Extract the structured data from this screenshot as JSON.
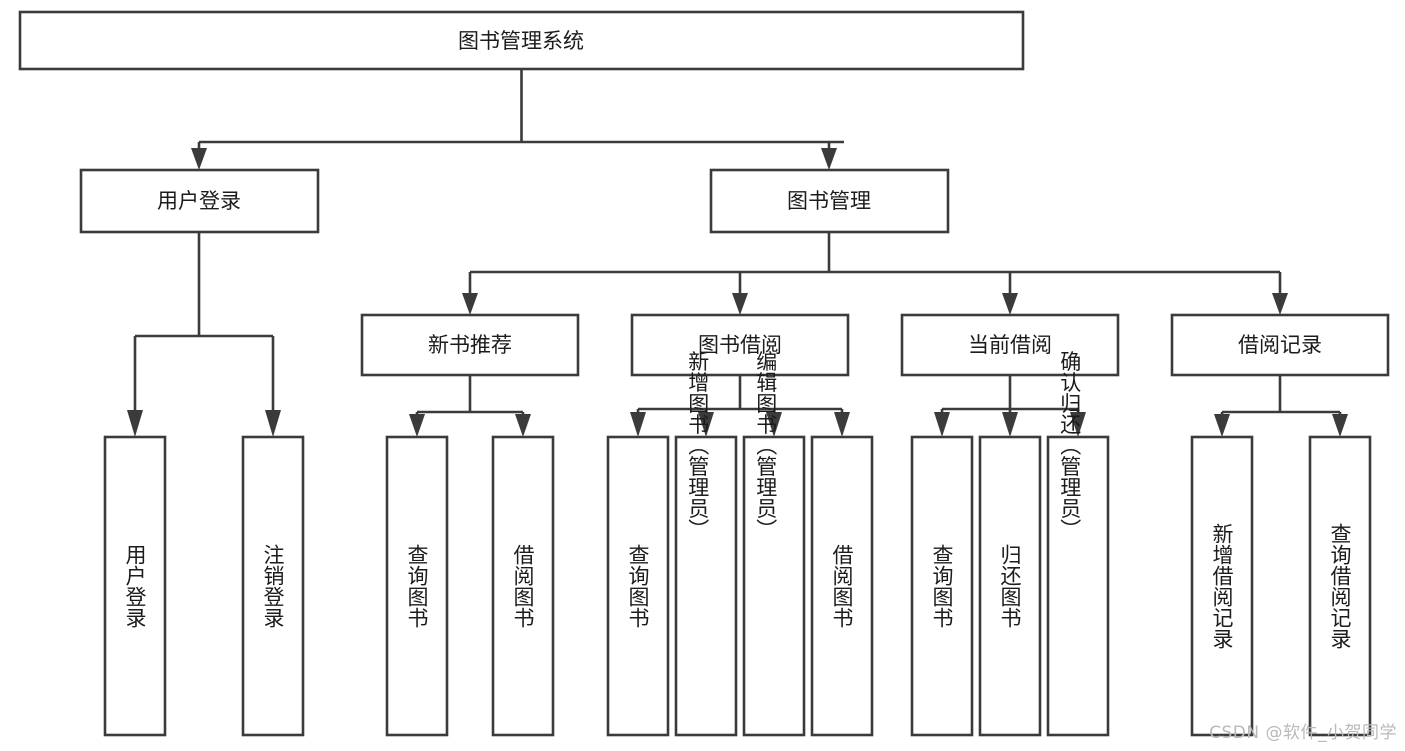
{
  "diagram": {
    "title": "图书管理系统",
    "type": "tree",
    "watermark": "CSDN @软件_小贺同学",
    "colors": {
      "box_stroke": "#3b3b3b",
      "box_fill": "#ffffff",
      "text": "#1c1c1c",
      "connector": "#3b3b3b",
      "watermark": "#b9b9b9",
      "background": "#ffffff"
    },
    "nodes": {
      "root": {
        "label": "图书管理系统",
        "level": 1,
        "orientation": "horizontal"
      },
      "l2_1": {
        "label": "用户登录",
        "level": 2,
        "orientation": "horizontal"
      },
      "l2_2": {
        "label": "图书管理",
        "level": 2,
        "orientation": "horizontal"
      },
      "l3_1": {
        "label": "新书推荐",
        "level": 3,
        "orientation": "horizontal"
      },
      "l3_2": {
        "label": "图书借阅",
        "level": 3,
        "orientation": "horizontal"
      },
      "l3_3": {
        "label": "当前借阅",
        "level": 3,
        "orientation": "horizontal"
      },
      "l3_4": {
        "label": "借阅记录",
        "level": 3,
        "orientation": "horizontal"
      },
      "leaf_1": {
        "label": "用户登录",
        "level": 4,
        "orientation": "vertical"
      },
      "leaf_2": {
        "label": "注销登录",
        "level": 4,
        "orientation": "vertical"
      },
      "leaf_3": {
        "label": "查询图书",
        "level": 4,
        "orientation": "vertical"
      },
      "leaf_4": {
        "label": "借阅图书",
        "level": 4,
        "orientation": "vertical"
      },
      "leaf_5": {
        "label": "查询图书",
        "level": 4,
        "orientation": "vertical"
      },
      "leaf_6": {
        "label": "新增图书（管理员）",
        "level": 4,
        "orientation": "vertical"
      },
      "leaf_7": {
        "label": "编辑图书（管理员）",
        "level": 4,
        "orientation": "vertical"
      },
      "leaf_8": {
        "label": "借阅图书",
        "level": 4,
        "orientation": "vertical"
      },
      "leaf_9": {
        "label": "查询图书",
        "level": 4,
        "orientation": "vertical"
      },
      "leaf_10": {
        "label": "归还图书",
        "level": 4,
        "orientation": "vertical"
      },
      "leaf_11": {
        "label": "确认归还（管理员）",
        "level": 4,
        "orientation": "vertical"
      },
      "leaf_12": {
        "label": "新增借阅记录",
        "level": 4,
        "orientation": "vertical"
      },
      "leaf_13": {
        "label": "查询借阅记录",
        "level": 4,
        "orientation": "vertical"
      }
    },
    "hierarchy": {
      "图书管理系统": [
        "用户登录",
        "图书管理"
      ],
      "用户登录": [
        "用户登录",
        "注销登录"
      ],
      "图书管理": [
        "新书推荐",
        "图书借阅",
        "当前借阅",
        "借阅记录"
      ],
      "新书推荐": [
        "查询图书",
        "借阅图书"
      ],
      "图书借阅": [
        "查询图书",
        "新增图书（管理员）",
        "编辑图书（管理员）",
        "借阅图书"
      ],
      "当前借阅": [
        "查询图书",
        "归还图书",
        "确认归还（管理员）"
      ],
      "借阅记录": [
        "新增借阅记录",
        "查询借阅记录"
      ]
    }
  }
}
